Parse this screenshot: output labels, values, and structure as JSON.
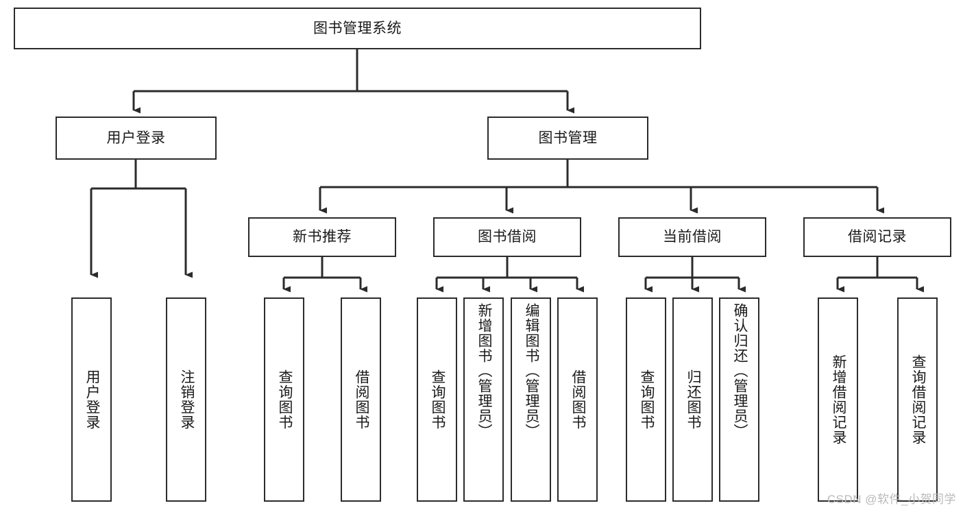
{
  "diagram": {
    "type": "hierarchy-tree",
    "title": "图书管理系统",
    "watermark": "CSDN @软件_小贺同学",
    "colors": {
      "box_border": "#2b2b2b",
      "box_fill": "#ffffff",
      "connector": "#2b2b2b",
      "text": "#1a1a1a",
      "watermark": "#b9b9b9"
    },
    "levels": {
      "level1": {
        "label": "图书管理系统"
      },
      "level2": [
        {
          "id": "user-login",
          "label": "用户登录"
        },
        {
          "id": "book-manage",
          "label": "图书管理"
        }
      ],
      "level3": [
        {
          "id": "new-book-recommend",
          "label": "新书推荐",
          "parent": "book-manage"
        },
        {
          "id": "book-borrow",
          "label": "图书借阅",
          "parent": "book-manage"
        },
        {
          "id": "current-borrow",
          "label": "当前借阅",
          "parent": "book-manage"
        },
        {
          "id": "borrow-record",
          "label": "借阅记录",
          "parent": "book-manage"
        }
      ],
      "leaves": [
        {
          "id": "leaf-user-login",
          "label": "用户登录",
          "parent": "user-login"
        },
        {
          "id": "leaf-logout-login",
          "label": "注销登录",
          "parent": "user-login"
        },
        {
          "id": "leaf-query-book-1",
          "label": "查询图书",
          "parent": "new-book-recommend"
        },
        {
          "id": "leaf-borrow-book-1",
          "label": "借阅图书",
          "parent": "new-book-recommend"
        },
        {
          "id": "leaf-query-book-2",
          "label": "查询图书",
          "parent": "book-borrow"
        },
        {
          "id": "leaf-add-book",
          "label": "新增图书（管理员）",
          "parent": "book-borrow"
        },
        {
          "id": "leaf-edit-book",
          "label": "编辑图书（管理员）",
          "parent": "book-borrow"
        },
        {
          "id": "leaf-borrow-book-2",
          "label": "借阅图书",
          "parent": "book-borrow"
        },
        {
          "id": "leaf-query-book-3",
          "label": "查询图书",
          "parent": "current-borrow"
        },
        {
          "id": "leaf-return-book",
          "label": "归还图书",
          "parent": "current-borrow"
        },
        {
          "id": "leaf-confirm-return",
          "label": "确认归还（管理员）",
          "parent": "current-borrow"
        },
        {
          "id": "leaf-add-record",
          "label": "新增借阅记录",
          "parent": "borrow-record"
        },
        {
          "id": "leaf-query-record",
          "label": "查询借阅记录",
          "parent": "borrow-record"
        }
      ]
    }
  }
}
